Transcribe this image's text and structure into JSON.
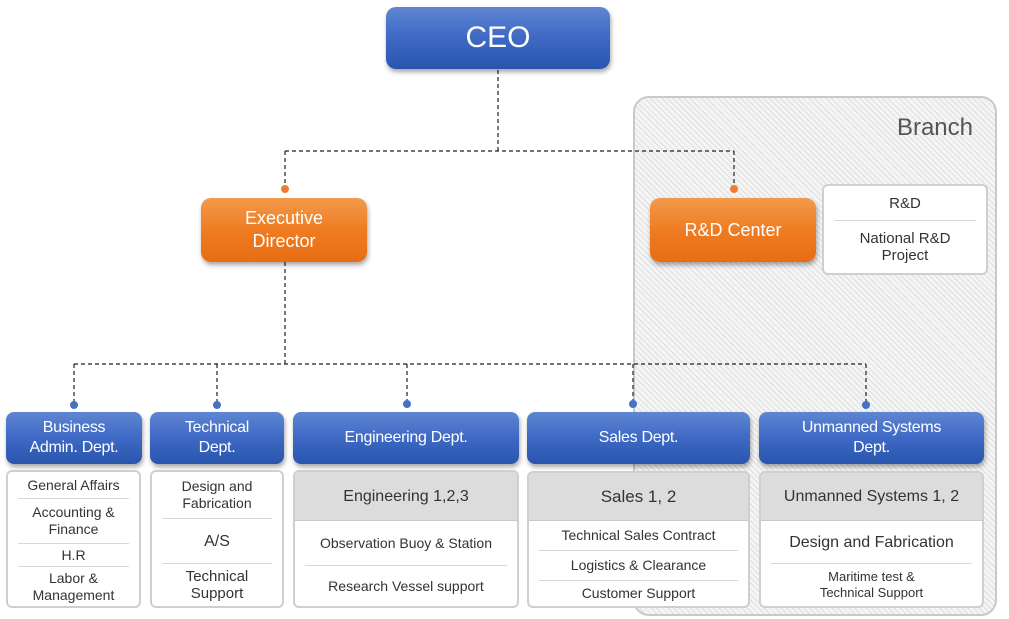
{
  "branch": {
    "label": "Branch"
  },
  "ceo": {
    "label": "CEO"
  },
  "executive_director": {
    "label_line1": "Executive",
    "label_line2": "Director"
  },
  "rnd_center": {
    "label": "R&D Center",
    "items": [
      "R&D",
      "National R&D Project"
    ]
  },
  "departments": [
    {
      "line1": "Business",
      "line2": "Admin. Dept.",
      "items": [
        {
          "l1": "General Affairs",
          "l2": ""
        },
        {
          "l1": "Accounting &",
          "l2": "Finance"
        },
        {
          "l1": "H.R",
          "l2": ""
        },
        {
          "l1": "Labor &",
          "l2": "Management"
        }
      ]
    },
    {
      "line1": "Technical",
      "line2": "Dept.",
      "items": [
        {
          "l1": "Design and",
          "l2": "Fabrication"
        },
        {
          "l1": "A/S",
          "l2": ""
        },
        {
          "l1": "Technical",
          "l2": "Support"
        }
      ]
    },
    {
      "line1": "Engineering Dept.",
      "line2": "",
      "header": "Engineering 1,2,3",
      "items": [
        {
          "l1": "Observation Buoy & Station",
          "l2": ""
        },
        {
          "l1": "Research Vessel support",
          "l2": ""
        }
      ]
    },
    {
      "line1": "Sales Dept.",
      "line2": "",
      "header": "Sales 1, 2",
      "items": [
        {
          "l1": "Technical Sales Contract",
          "l2": ""
        },
        {
          "l1": "Logistics & Clearance",
          "l2": ""
        },
        {
          "l1": "Customer Support",
          "l2": ""
        }
      ]
    },
    {
      "line1": "Unmanned Systems",
      "line2": "Dept.",
      "header": "Unmanned Systems 1, 2",
      "items": [
        {
          "l1": "Design and Fabrication",
          "l2": ""
        },
        {
          "l1": "Maritime test &",
          "l2": "Technical Support"
        }
      ]
    }
  ],
  "colors": {
    "blue": "#3e69c4",
    "orange": "#ef7c22",
    "connector_dot_blue": "#4472c4",
    "connector_dot_orange": "#ed7d31",
    "connector_line": "#222222"
  }
}
